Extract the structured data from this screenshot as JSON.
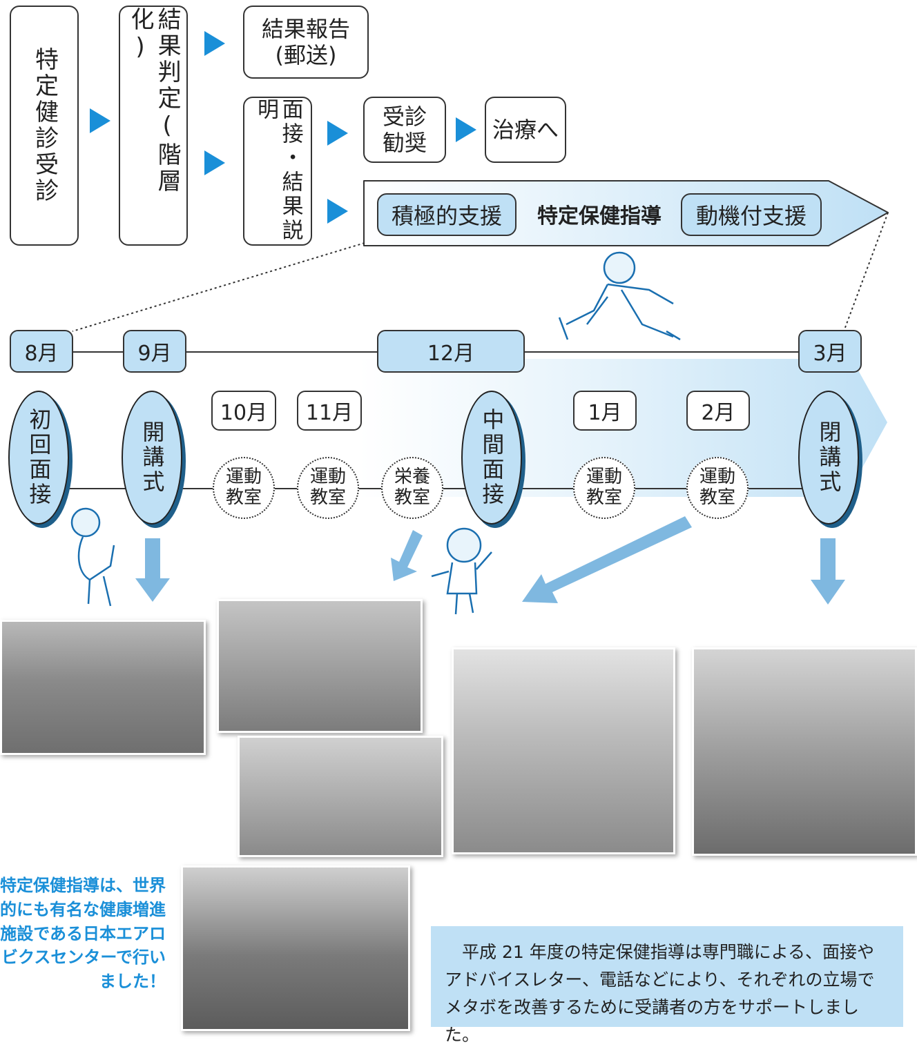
{
  "flow": {
    "exam": "特定健診受診",
    "judgement": "結果判定(階層化)",
    "report": "結果報告\n(郵送)",
    "interview": "面接・結果説明",
    "recommend": "受診\n勧奨",
    "treatment": "治療へ",
    "active_support": "積極的支援",
    "guidance_title": "特定保健指導",
    "motivation_support": "動機付支援"
  },
  "timeline": {
    "months_top": [
      "8月",
      "9月",
      "12月",
      "3月"
    ],
    "months_mid": [
      "10月",
      "11月",
      "1月",
      "2月"
    ],
    "events_oval": [
      "初回面接",
      "開講式",
      "中間面接",
      "閉講式"
    ],
    "classes": [
      "運動\n教室",
      "運動\n教室",
      "栄養\n教室",
      "運動\n教室",
      "運動\n教室"
    ]
  },
  "note": "特定保健指導は、世界的にも有名な健康増進施設である日本エアロビクスセンターで行いました！",
  "info": "平成 21 年度の特定保健指導は専門職による、面接やアドバイスレター、電話などにより、それぞれの立場でメタボを改善するために受講者の方をサポートしました。",
  "colors": {
    "accent": "#1a8fd8",
    "box_fill": "#bfe0f5",
    "oval_shadow": "#1f5f8a"
  }
}
